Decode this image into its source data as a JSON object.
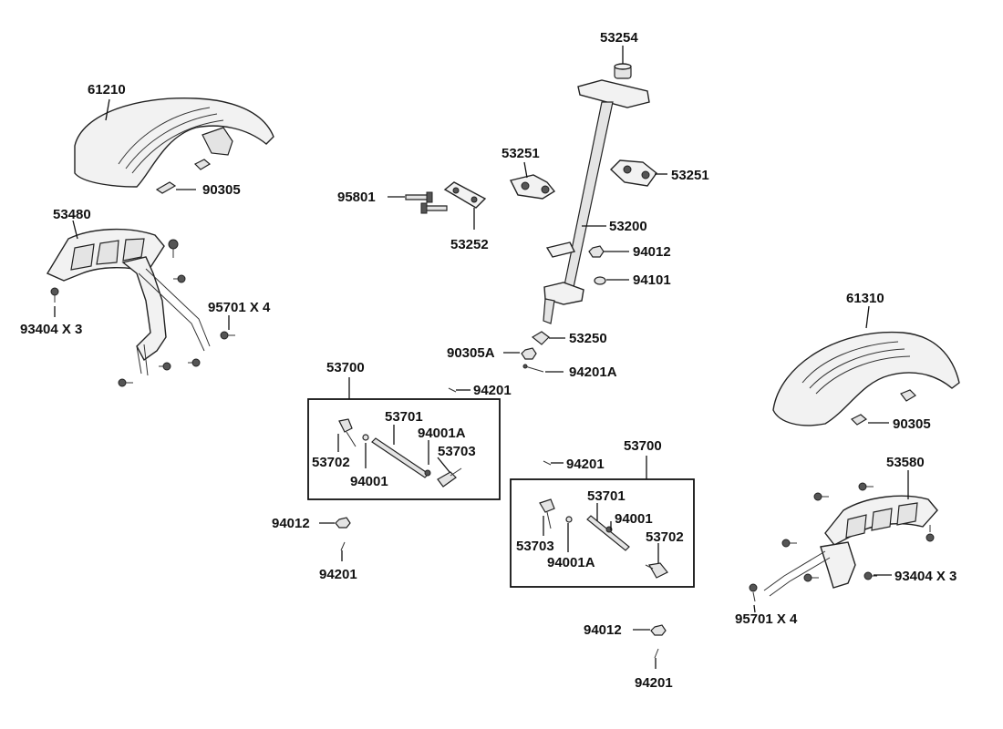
{
  "labels": {
    "p61210": "61210",
    "p90305_a": "90305",
    "p53480": "53480",
    "p93404_a": "93404 X 3",
    "p95701_a": "95701 X 4",
    "p95801": "95801",
    "p53252": "53252",
    "p53254": "53254",
    "p53251_a": "53251",
    "p53251_b": "53251",
    "p53200": "53200",
    "p94012_a": "94012",
    "p94101": "94101",
    "p53250": "53250",
    "p90305A": "90305A",
    "p94201A": "94201A",
    "p94201_a": "94201",
    "p53700_a": "53700",
    "p53701_a": "53701",
    "p94001A_a": "94001A",
    "p53702_a": "53702",
    "p53703_a": "53703",
    "p94001_a": "94001",
    "p94012_b": "94012",
    "p94201_b": "94201",
    "p94201_c": "94201",
    "p53700_b": "53700",
    "p53701_b": "53701",
    "p94001_b": "94001",
    "p53703_b": "53703",
    "p53702_b": "53702",
    "p94001A_b": "94001A",
    "p94012_c": "94012",
    "p94201_d": "94201",
    "p61310": "61310",
    "p90305_b": "90305",
    "p53580": "53580",
    "p93404_b": "93404 X 3",
    "p95701_b": "95701 X 4"
  }
}
